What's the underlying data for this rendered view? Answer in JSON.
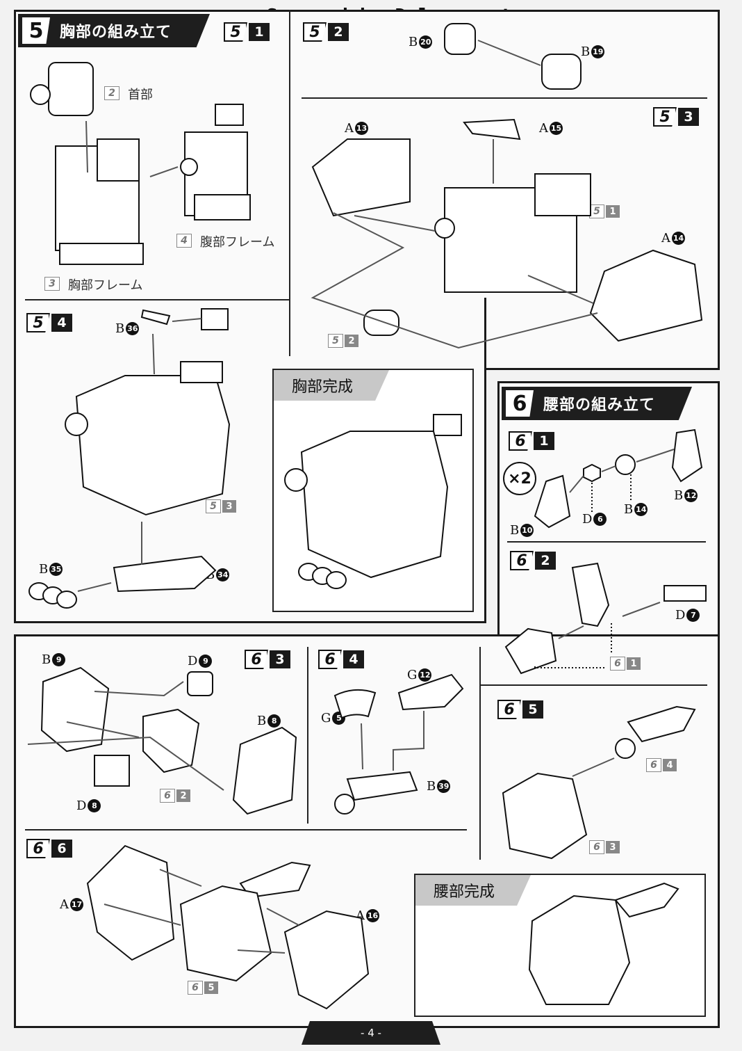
{
  "watermark": "Scanned by Dalong.net",
  "section5": {
    "number": "5",
    "title": "胸部の組み立て",
    "complete_title": "胸部完成",
    "steps": [
      {
        "a": "5",
        "b": "1"
      },
      {
        "a": "5",
        "b": "2"
      },
      {
        "a": "5",
        "b": "3"
      },
      {
        "a": "5",
        "b": "4"
      }
    ],
    "refs": {
      "r2": {
        "a": "2",
        "label": "首部"
      },
      "r4": {
        "a": "4",
        "label": "腹部フレーム"
      },
      "r3": {
        "a": "3",
        "label": "胸部フレーム"
      },
      "t51": {
        "a": "5",
        "b": "1"
      },
      "t52": {
        "a": "5",
        "b": "2"
      },
      "t53": {
        "a": "5",
        "b": "3"
      }
    },
    "parts": {
      "b20": {
        "l": "B",
        "n": "20"
      },
      "b19": {
        "l": "B",
        "n": "19"
      },
      "a13": {
        "l": "A",
        "n": "13"
      },
      "a15": {
        "l": "A",
        "n": "15"
      },
      "a14": {
        "l": "A",
        "n": "14"
      },
      "b36": {
        "l": "B",
        "n": "36"
      },
      "b35": {
        "l": "B",
        "n": "35"
      },
      "b34": {
        "l": "B",
        "n": "34"
      }
    }
  },
  "section6": {
    "number": "6",
    "title": "腰部の組み立て",
    "complete_title": "腰部完成",
    "multiplier": "×2",
    "steps": [
      {
        "a": "6",
        "b": "1"
      },
      {
        "a": "6",
        "b": "2"
      },
      {
        "a": "6",
        "b": "3"
      },
      {
        "a": "6",
        "b": "4"
      },
      {
        "a": "6",
        "b": "5"
      },
      {
        "a": "6",
        "b": "6"
      }
    ],
    "refs": {
      "t61": {
        "a": "6",
        "b": "1"
      },
      "t62": {
        "a": "6",
        "b": "2"
      },
      "t64": {
        "a": "6",
        "b": "4"
      },
      "t63": {
        "a": "6",
        "b": "3"
      },
      "t65": {
        "a": "6",
        "b": "5"
      }
    },
    "parts": {
      "b10": {
        "l": "B",
        "n": "10"
      },
      "d6": {
        "l": "D",
        "n": "6"
      },
      "b14": {
        "l": "B",
        "n": "14"
      },
      "b12": {
        "l": "B",
        "n": "12"
      },
      "d7": {
        "l": "D",
        "n": "7"
      },
      "b9": {
        "l": "B",
        "n": "9"
      },
      "d9": {
        "l": "D",
        "n": "9"
      },
      "b8": {
        "l": "B",
        "n": "8"
      },
      "d8": {
        "l": "D",
        "n": "8"
      },
      "g12": {
        "l": "G",
        "n": "12"
      },
      "g5": {
        "l": "G",
        "n": "5"
      },
      "b39": {
        "l": "B",
        "n": "39"
      },
      "a17": {
        "l": "A",
        "n": "17"
      },
      "a16": {
        "l": "A",
        "n": "16"
      }
    }
  },
  "page_number": "- 4 -"
}
